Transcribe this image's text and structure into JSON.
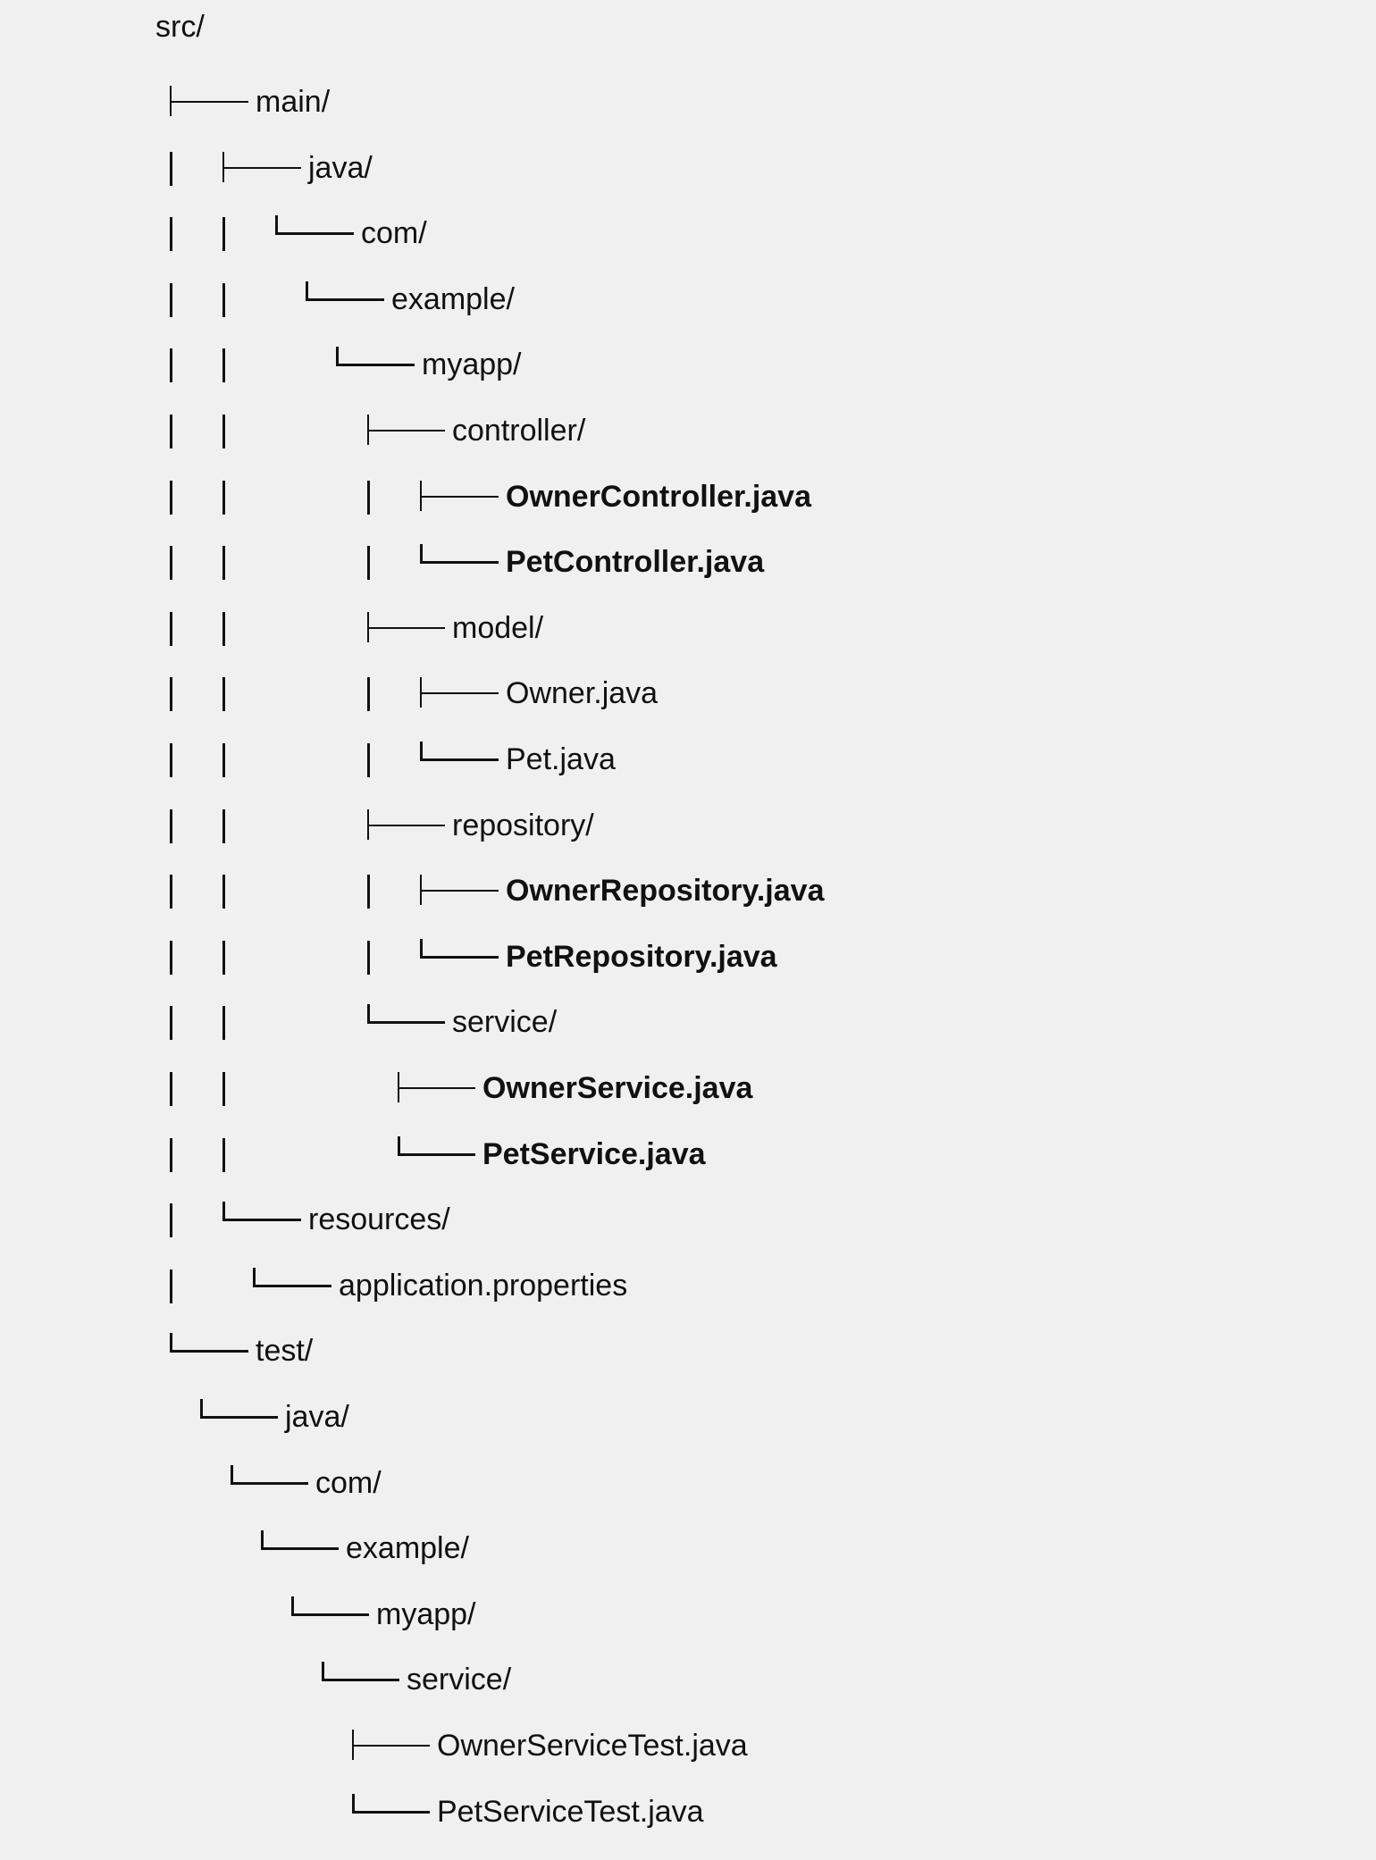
{
  "tree": {
    "root": "src/",
    "items": [
      {
        "name": "main/",
        "bold": false,
        "depth": 1
      },
      {
        "name": "java/",
        "bold": false,
        "depth": 2
      },
      {
        "name": "com/",
        "bold": false,
        "depth": 3
      },
      {
        "name": "example/",
        "bold": false,
        "depth": 4
      },
      {
        "name": "myapp/",
        "bold": false,
        "depth": 5
      },
      {
        "name": "controller/",
        "bold": false,
        "depth": 6
      },
      {
        "name": "OwnerController.java",
        "bold": true,
        "depth": 7
      },
      {
        "name": "PetController.java",
        "bold": true,
        "depth": 7
      },
      {
        "name": "model/",
        "bold": false,
        "depth": 6
      },
      {
        "name": "Owner.java",
        "bold": false,
        "depth": 7
      },
      {
        "name": "Pet.java",
        "bold": false,
        "depth": 7
      },
      {
        "name": "repository/",
        "bold": false,
        "depth": 6
      },
      {
        "name": "OwnerRepository.java",
        "bold": true,
        "depth": 7
      },
      {
        "name": "PetRepository.java",
        "bold": true,
        "depth": 7
      },
      {
        "name": "service/",
        "bold": false,
        "depth": 6
      },
      {
        "name": "OwnerService.java",
        "bold": true,
        "depth": 7
      },
      {
        "name": "PetService.java",
        "bold": true,
        "depth": 7
      },
      {
        "name": "resources/",
        "bold": false,
        "depth": 2
      },
      {
        "name": "application.properties",
        "bold": false,
        "depth": 3
      },
      {
        "name": "test/",
        "bold": false,
        "depth": 1
      },
      {
        "name": "java/",
        "bold": false,
        "depth": 2
      },
      {
        "name": "com/",
        "bold": false,
        "depth": 3
      },
      {
        "name": "example/",
        "bold": false,
        "depth": 4
      },
      {
        "name": "myapp/",
        "bold": false,
        "depth": 5
      },
      {
        "name": "service/",
        "bold": false,
        "depth": 6
      },
      {
        "name": "OwnerServiceTest.java",
        "bold": false,
        "depth": 7
      },
      {
        "name": "PetServiceTest.java",
        "bold": false,
        "depth": 7
      }
    ]
  }
}
